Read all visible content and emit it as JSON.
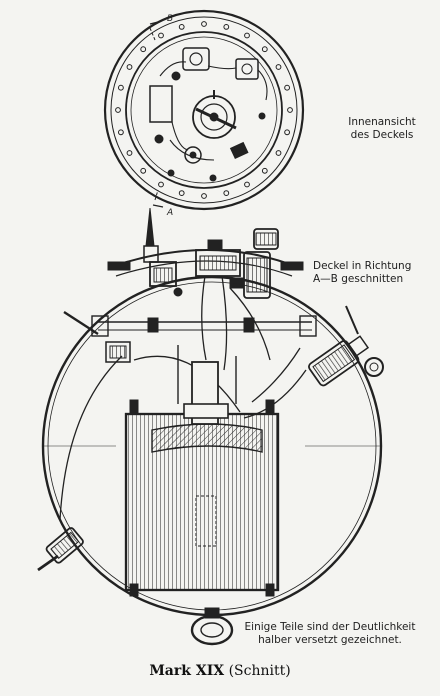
{
  "labels": {
    "inner_view_line1": "Innenansicht",
    "inner_view_line2": "des Deckels",
    "cut_line1": "Deckel in Richtung",
    "cut_line2": "A—B geschnitten",
    "note_line1": "Einige Teile sind der Deutlichkeit",
    "note_line2": "halber versetzt gezeichnet.",
    "section_a": "A",
    "section_b": "B"
  },
  "caption": {
    "title": "Mark XIX",
    "subtitle": "(Schnitt)"
  }
}
